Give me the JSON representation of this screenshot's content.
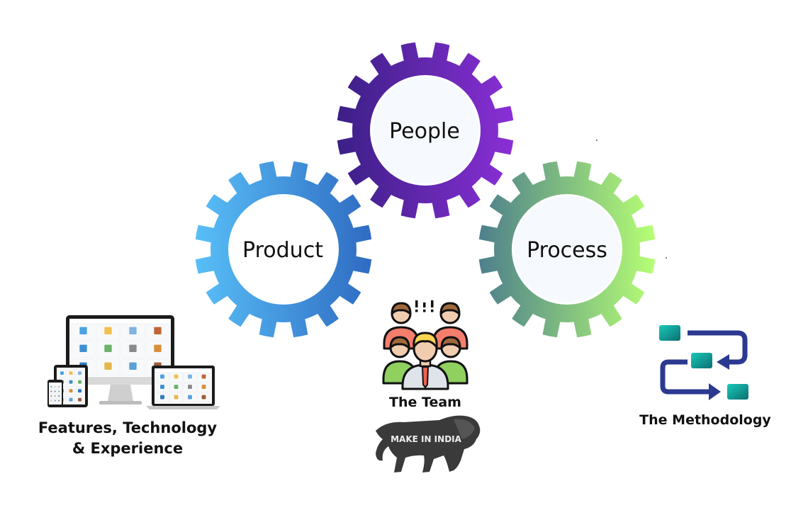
{
  "gears": [
    {
      "id": "people",
      "label": "People",
      "colors": [
        "#3b1f86",
        "#8a2fd6"
      ]
    },
    {
      "id": "product",
      "label": "Product",
      "colors": [
        "#58bff7",
        "#2f6bc2"
      ]
    },
    {
      "id": "process",
      "label": "Process",
      "colors": [
        "#4d7f8c",
        "#b6ff74"
      ]
    }
  ],
  "captions": {
    "product": [
      "Features, Technology",
      "& Experience"
    ],
    "team": "The Team",
    "methodology": "The Methodology"
  },
  "make_in_india": {
    "text": "MAKE IN INDIA"
  },
  "colors": {
    "gear_center_fill": "#f6f9fd",
    "method_arrow": "#2b3991",
    "method_box": "#14b3a6"
  }
}
